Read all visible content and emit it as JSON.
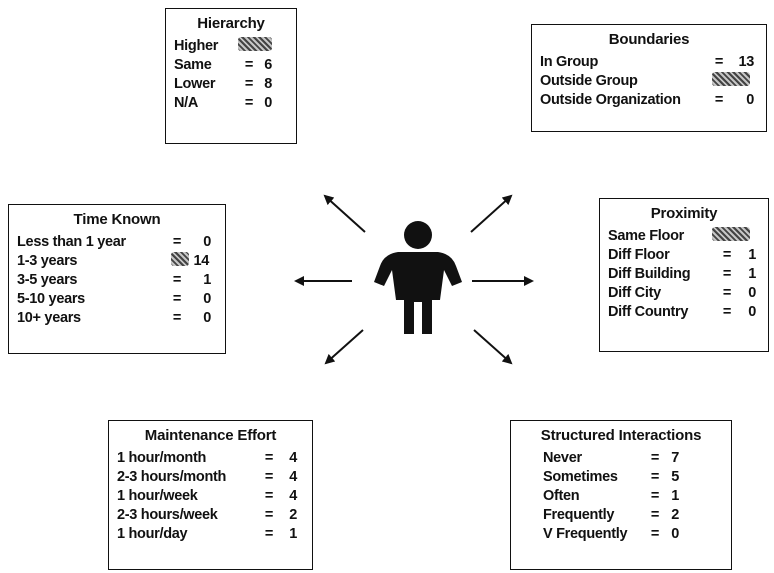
{
  "hierarchy": {
    "title": "Hierarchy",
    "rows": [
      {
        "label": "Higher",
        "eq": "",
        "value": ""
      },
      {
        "label": "Same",
        "eq": "=",
        "value": "6"
      },
      {
        "label": "Lower",
        "eq": "=",
        "value": "8"
      },
      {
        "label": "N/A",
        "eq": "=",
        "value": "0"
      }
    ]
  },
  "boundaries": {
    "title": "Boundaries",
    "rows": [
      {
        "label": "In Group",
        "eq": "=",
        "value": "13"
      },
      {
        "label": "Outside Group",
        "eq": "",
        "value": ""
      },
      {
        "label": "Outside Organization",
        "eq": "=",
        "value": "0"
      }
    ]
  },
  "time_known": {
    "title": "Time Known",
    "rows": [
      {
        "label": "Less than 1 year",
        "eq": "=",
        "value": "0"
      },
      {
        "label": "1-3 years",
        "eq": "",
        "value": "14"
      },
      {
        "label": "3-5 years",
        "eq": "=",
        "value": "1"
      },
      {
        "label": "5-10 years",
        "eq": "=",
        "value": "0"
      },
      {
        "label": "10+ years",
        "eq": "=",
        "value": "0"
      }
    ]
  },
  "proximity": {
    "title": "Proximity",
    "rows": [
      {
        "label": "Same Floor",
        "eq": "",
        "value": ""
      },
      {
        "label": "Diff Floor",
        "eq": "=",
        "value": "1"
      },
      {
        "label": "Diff Building",
        "eq": "=",
        "value": "1"
      },
      {
        "label": "Diff City",
        "eq": "=",
        "value": "0"
      },
      {
        "label": "Diff Country",
        "eq": "=",
        "value": "0"
      }
    ]
  },
  "maintenance": {
    "title": "Maintenance Effort",
    "rows": [
      {
        "label": "1 hour/month",
        "eq": "=",
        "value": "4"
      },
      {
        "label": "2-3 hours/month",
        "eq": "=",
        "value": "4"
      },
      {
        "label": "1 hour/week",
        "eq": "=",
        "value": "4"
      },
      {
        "label": "2-3 hours/week",
        "eq": "=",
        "value": "2"
      },
      {
        "label": "1 hour/day",
        "eq": "=",
        "value": "1"
      }
    ]
  },
  "structured": {
    "title": "Structured Interactions",
    "rows": [
      {
        "label": "Never",
        "eq": "=",
        "value": "7"
      },
      {
        "label": "Sometimes",
        "eq": "=",
        "value": "5"
      },
      {
        "label": "Often",
        "eq": "=",
        "value": "1"
      },
      {
        "label": "Frequently",
        "eq": "=",
        "value": "2"
      },
      {
        "label": "V Frequently",
        "eq": "=",
        "value": "0"
      }
    ]
  }
}
